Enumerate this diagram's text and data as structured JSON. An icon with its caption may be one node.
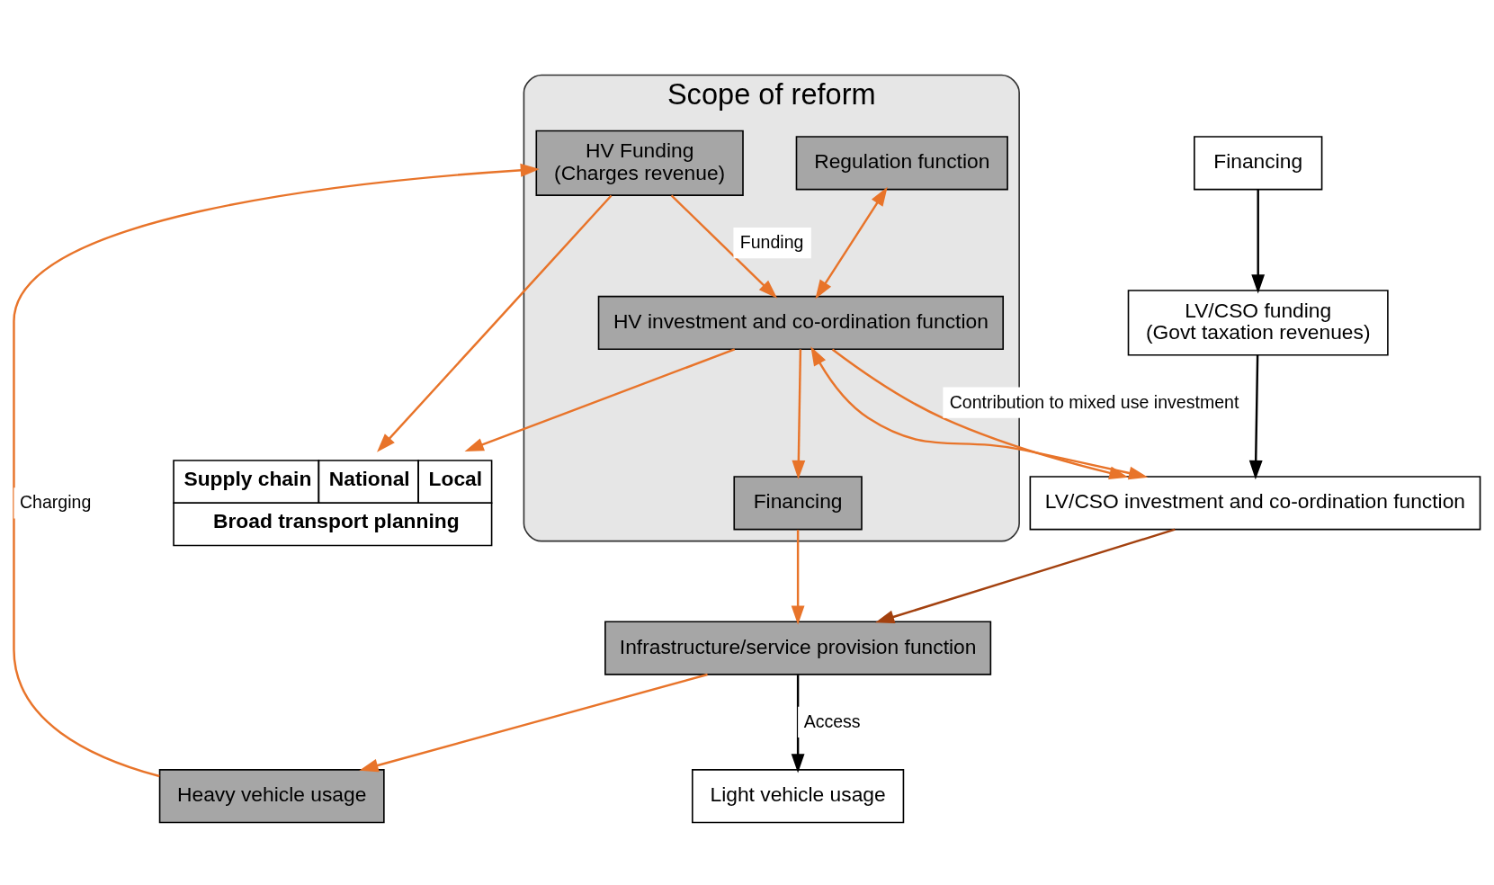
{
  "diagram": {
    "nodes": [
      {
        "text": [
          "Scope of reform"
        ]
      },
      {
        "text": [
          "Supply chain",
          "National",
          "Local",
          "Broad transport planning"
        ]
      },
      {
        "text": [
          "Regulation function"
        ],
        "in": 0
      },
      {
        "text": [
          "HV Funding",
          "(Charges revenue)"
        ],
        "in": 0
      },
      {
        "text": [
          "HV investment and co-ordination function"
        ],
        "in": 0
      },
      {
        "text": [
          "LV/CSO investment and co-ordination function"
        ]
      },
      {
        "text": [
          "LV/CSO funding",
          "(Govt taxation revenues)"
        ]
      },
      {
        "text": [
          "Financing"
        ],
        "in": 0
      },
      {
        "text": [
          "Financing"
        ]
      },
      {
        "text": [
          "Infrastructure/service provision function"
        ]
      },
      {
        "text": [
          "Heavy vehicle usage"
        ]
      },
      {
        "text": [
          "Light vehicle usage"
        ]
      }
    ],
    "edges": [
      {
        "from": 3,
        "to": 1,
        "arrow": "to"
      },
      {
        "from": 2,
        "to": 4,
        "arrow": "both"
      },
      {
        "from": 3,
        "to": 4,
        "arrow": "to",
        "label": "Funding"
      },
      {
        "from": 4,
        "to": 1,
        "arrow": "to"
      },
      {
        "from": 4,
        "to": 5,
        "arrow": "both"
      },
      {
        "from": 4,
        "to": 5,
        "arrow": "to",
        "label": "Contribution to mixed use investment"
      },
      {
        "from": 4,
        "to": 7,
        "arrow": "to"
      },
      {
        "from": 7,
        "to": 9,
        "arrow": "to"
      },
      {
        "from": 5,
        "to": 9,
        "arrow": "to",
        "color": "#a3410f"
      },
      {
        "from": 9,
        "to": 10,
        "arrow": "to"
      },
      {
        "from": 9,
        "to": 11,
        "arrow": "to",
        "label": "Access",
        "color": "#000000"
      },
      {
        "from": 10,
        "to": 3,
        "arrow": "to",
        "label": "Charging"
      },
      {
        "from": 6,
        "to": 5,
        "arrow": "to",
        "color": "#000000"
      },
      {
        "from": 8,
        "to": 6,
        "arrow": "to",
        "color": "#000000"
      }
    ]
  }
}
